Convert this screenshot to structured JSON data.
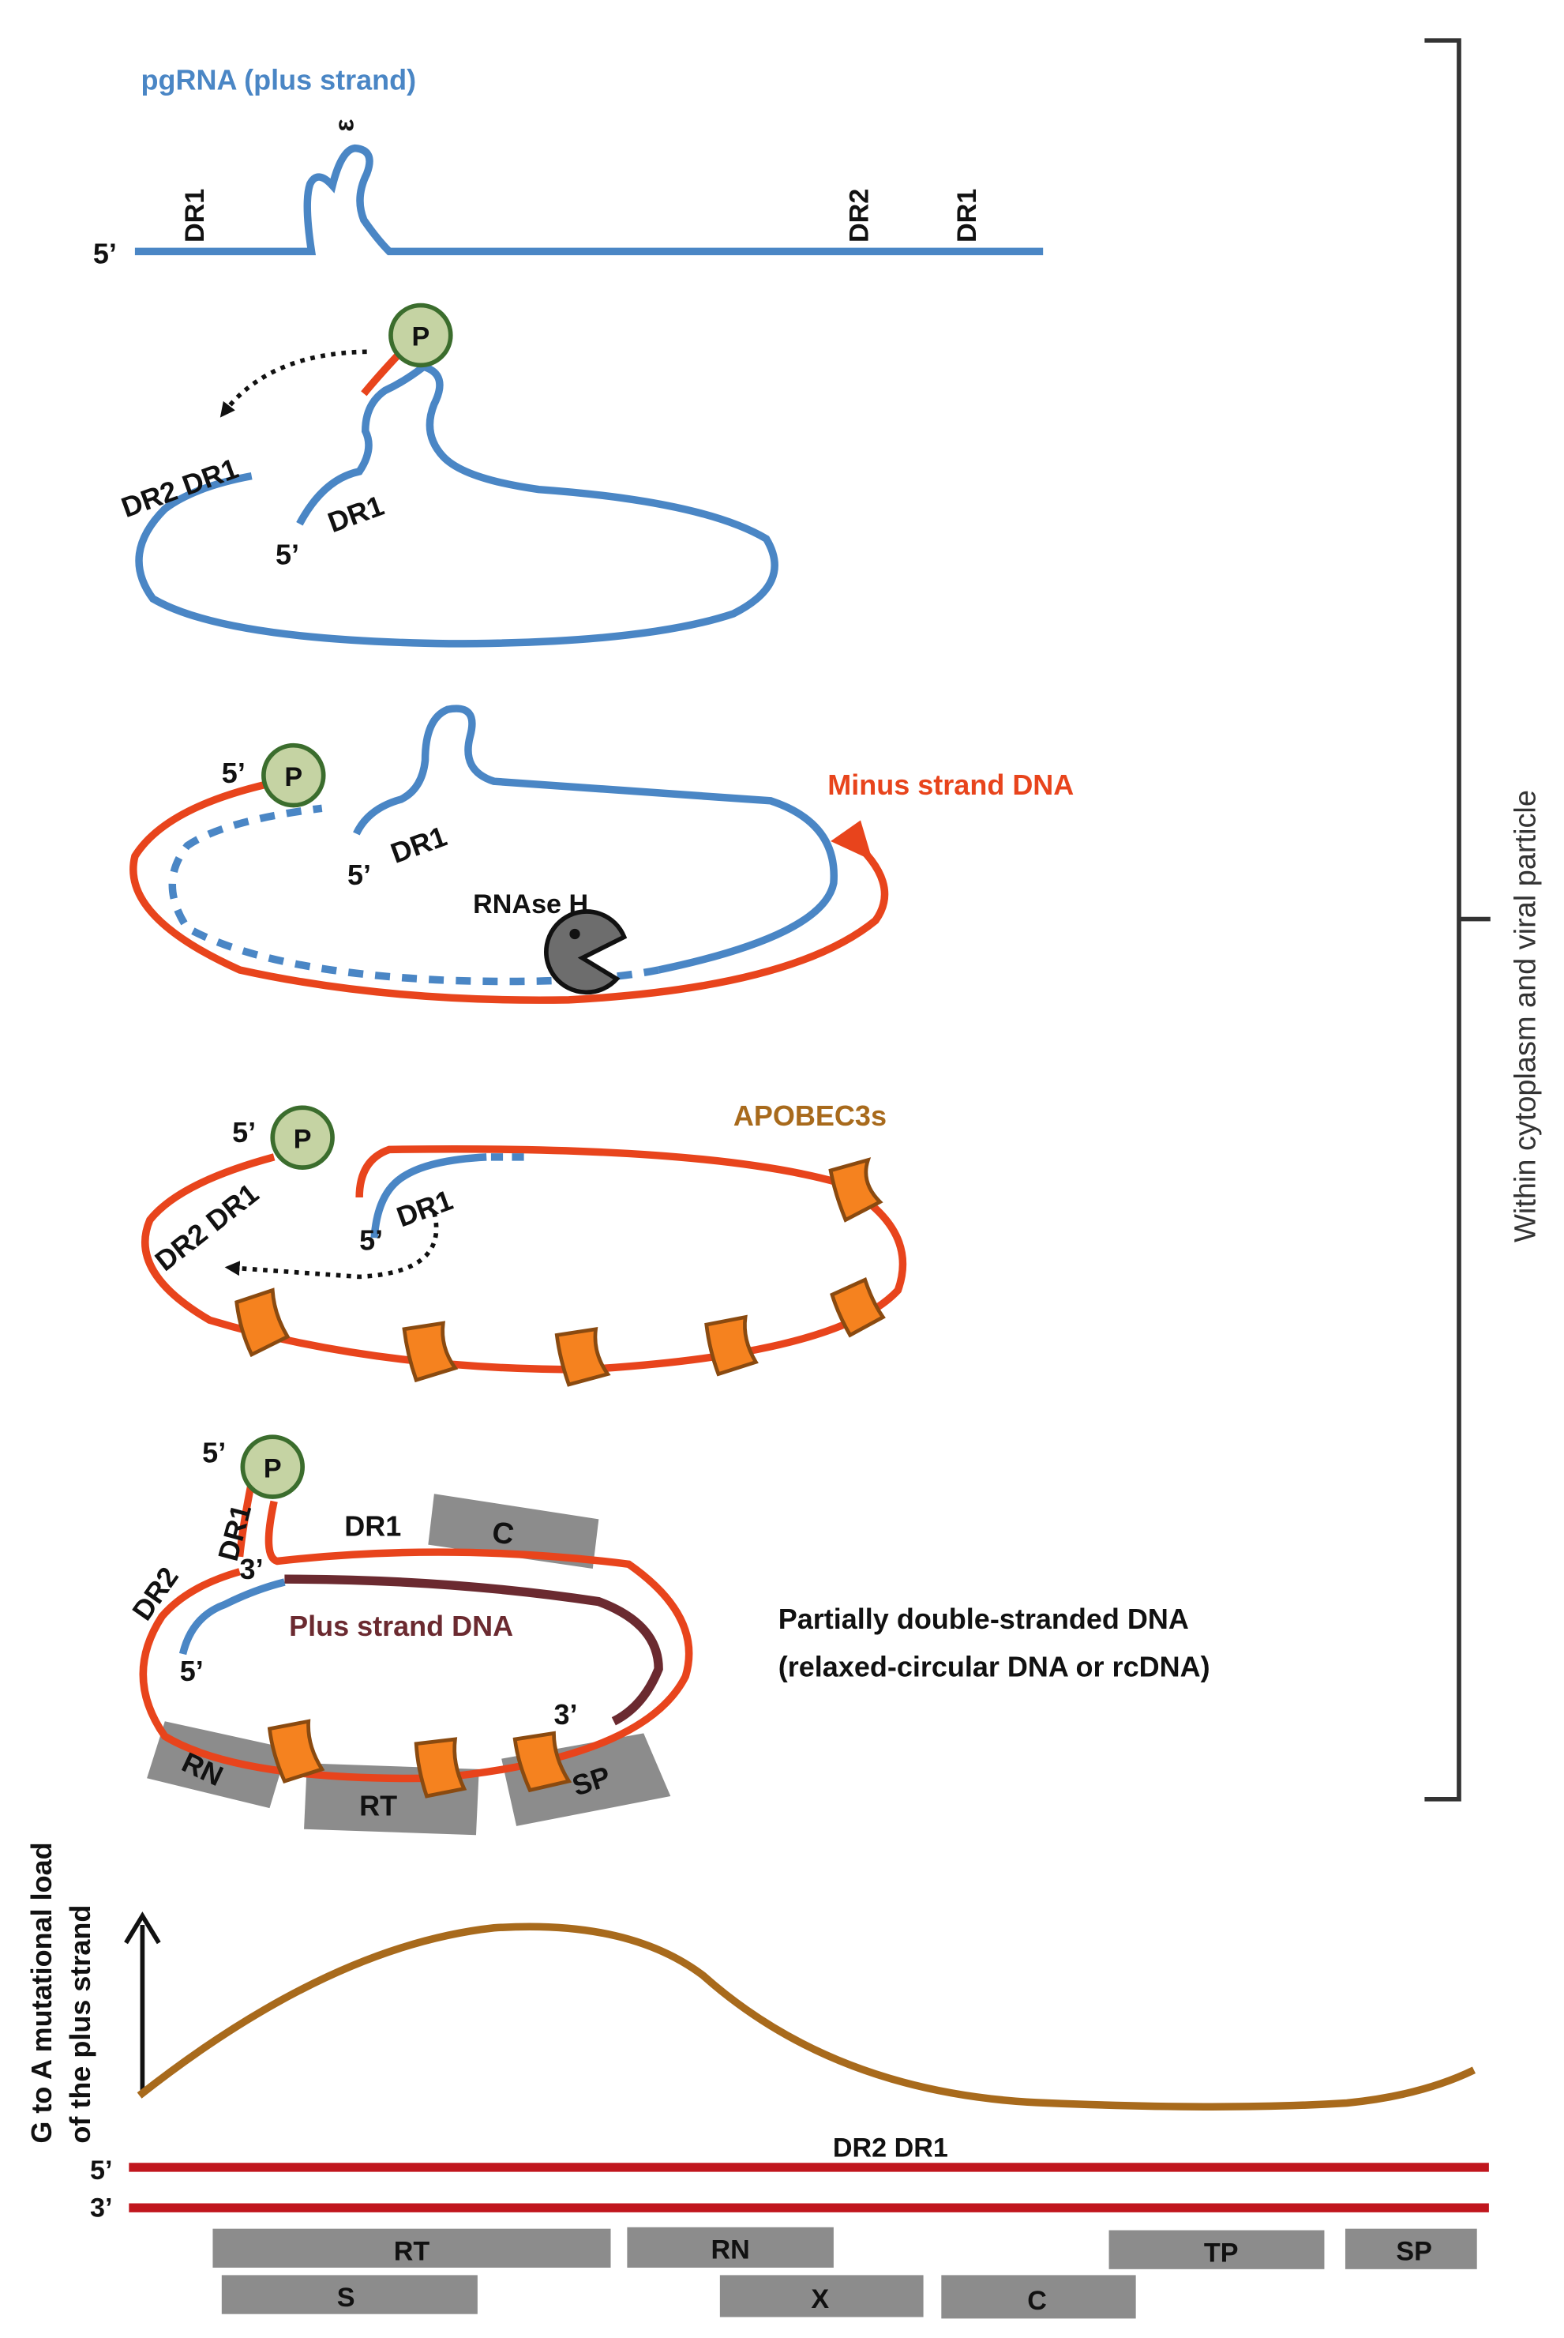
{
  "colors": {
    "rna": "#4a86c5",
    "minus_dna": "#e8441c",
    "plus_dna": "#6b2a30",
    "protein_p": "#c5d3a3",
    "apobec": "#f5821f",
    "domain": "#8c8c8c",
    "curve": "#a86a1c",
    "genome_line": "#c0161d",
    "black": "#111111"
  },
  "icons": [
    "protein-p-icon",
    "rnase-h-pacman-icon",
    "apobec3-icon",
    "arrow-up-icon"
  ],
  "steps": {
    "s1": {
      "title": "pgRNA (plus strand)",
      "five_prime": "5’",
      "epsilon": "ε",
      "dr1_left": "DR1",
      "dr2": "DR2",
      "dr1_right": "DR1"
    },
    "s2": {
      "p": "P",
      "dr2dr1": "DR2 DR1",
      "five_prime": "5’",
      "dr1": "DR1"
    },
    "s3": {
      "five_prime_p": "5’",
      "p": "P",
      "five_prime": "5’",
      "dr1": "DR1",
      "rnase": "RNAse H",
      "minus_strand": "Minus strand DNA"
    },
    "s4": {
      "five_prime_p": "5’",
      "p": "P",
      "dr2dr1": "DR2 DR1",
      "five_prime": "5’",
      "dr1": "DR1",
      "apobec": "APOBEC3s"
    },
    "s5": {
      "five_prime_p": "5’",
      "p": "P",
      "dr1_vertical": "DR1",
      "dr2_vertical": "DR2",
      "three_prime_top": "3’",
      "dr1_top": "DR1",
      "domain_c": "C",
      "plus_strand": "Plus strand DNA",
      "five_prime_left": "5’",
      "three_prime_right": "3’",
      "rn": "RN",
      "rt": "RT",
      "sp": "SP",
      "desc_line1": "Partially double-stranded DNA",
      "desc_line2": "(relaxed-circular DNA or rcDNA)"
    }
  },
  "bracket_label": "Within cytoplasm and viral particle",
  "mutational": {
    "ylabel_line1": "G to A mutational load",
    "ylabel_line2": "of the plus strand",
    "dr_label": "DR2 DR1",
    "five_prime": "5’",
    "three_prime": "3’"
  },
  "genome_map": {
    "row1": [
      "RT",
      "RN",
      "TP",
      "SP"
    ],
    "row2": [
      "S",
      "X",
      "C"
    ]
  }
}
